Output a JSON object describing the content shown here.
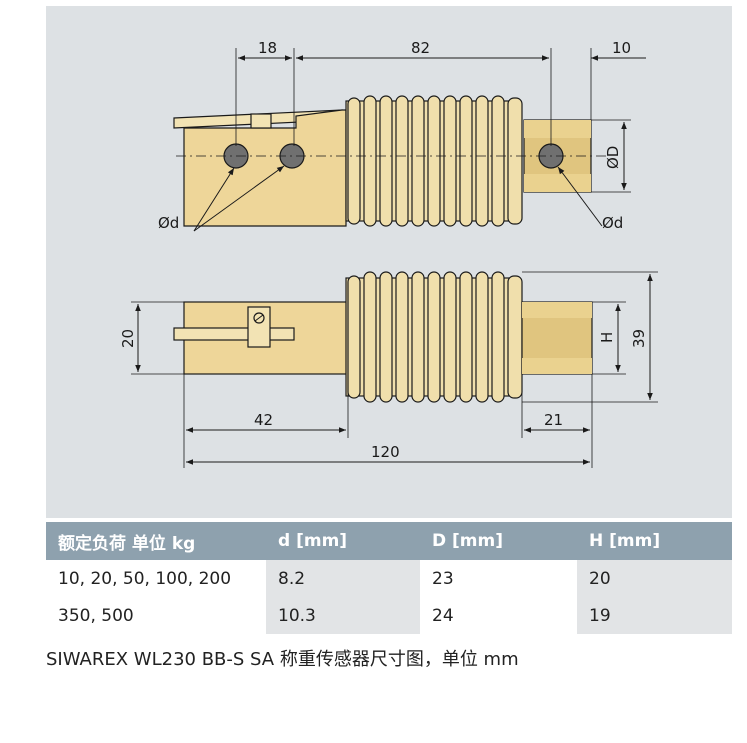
{
  "drawing": {
    "background": "#dde1e4",
    "dimensions": {
      "top_left": "18",
      "top_middle": "82",
      "top_right": "10",
      "od_label": "ØD",
      "d_label_left": "Ød",
      "d_label_right": "Ød",
      "left_height": "20",
      "h_label": "H",
      "right_height": "39",
      "bottom_42": "42",
      "bottom_21": "21",
      "bottom_120": "120"
    }
  },
  "table": {
    "headers": [
      "额定负荷 单位 kg",
      "d [mm]",
      "D [mm]",
      "H [mm]"
    ],
    "header_color": "#8ea1ae",
    "rows": [
      [
        "10, 20, 50, 100, 200",
        "8.2",
        "23",
        "20"
      ],
      [
        "350, 500",
        "10.3",
        "24",
        "19"
      ]
    ]
  },
  "caption": "SIWAREX WL230 BB-S SA 称重传感器尺寸图，单位 mm"
}
